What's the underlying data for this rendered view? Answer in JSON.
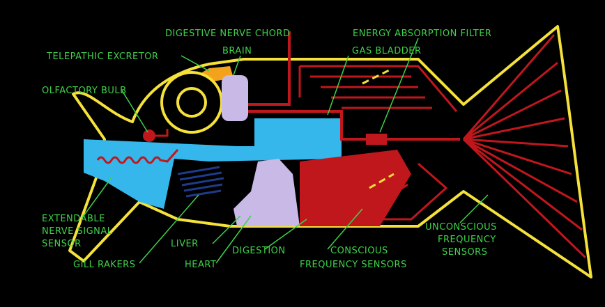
{
  "labels": {
    "digestive_nerve_chord": "DIGESTIVE NERVE CHORD",
    "energy_absorption_filter": "ENERGY ABSORPTION FILTER",
    "telepathic_excretor": "TELEPATHIC EXCRETOR",
    "brain": "BRAIN",
    "gas_bladder": "GAS BLADDER",
    "olfactory_bulb": "OLFACTORY BULB",
    "extendable_1": "EXTENDABLE",
    "extendable_2": "NERVE SIGNAL",
    "extendable_3": "SENSOR",
    "liver": "LIVER",
    "digestion": "DIGESTION",
    "conscious_1": "CONSCIOUS",
    "conscious_2": "FREQUENCY SENSORS",
    "unconscious_1": "UNCONSCIOUS",
    "unconscious_2": "FREQUENCY",
    "unconscious_3": "SENSORS",
    "gill_rakers": "GILL RAKERS",
    "heart": "HEART"
  },
  "colors": {
    "outline": "#f5e13a",
    "label": "#3fd24a",
    "nerve": "#c0171d",
    "blue": "#35b7ec",
    "lilac": "#c9b9e6",
    "orange": "#f3a21c"
  }
}
